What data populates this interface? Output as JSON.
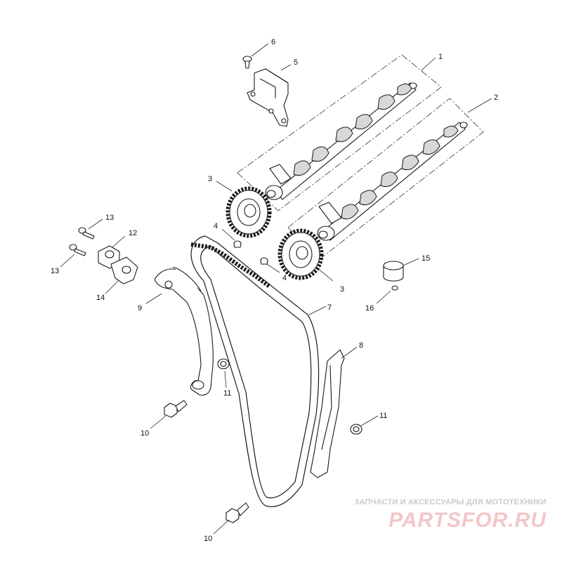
{
  "callouts": {
    "c1": "1",
    "c2": "2",
    "c3a": "3",
    "c3b": "3",
    "c4a": "4",
    "c4b": "4",
    "c5": "5",
    "c6": "6",
    "c7": "7",
    "c8": "8",
    "c9": "9",
    "c10a": "10",
    "c10b": "10",
    "c11a": "11",
    "c11b": "11",
    "c12": "12",
    "c13a": "13",
    "c13b": "13",
    "c14": "14",
    "c15": "15",
    "c16": "16"
  },
  "watermark": {
    "tagline": "ЗАПЧАСТИ И АКСЕССУАРЫ ДЛЯ МОТОТЕХНИКИ",
    "logo": "PARTSFOR.RU"
  }
}
